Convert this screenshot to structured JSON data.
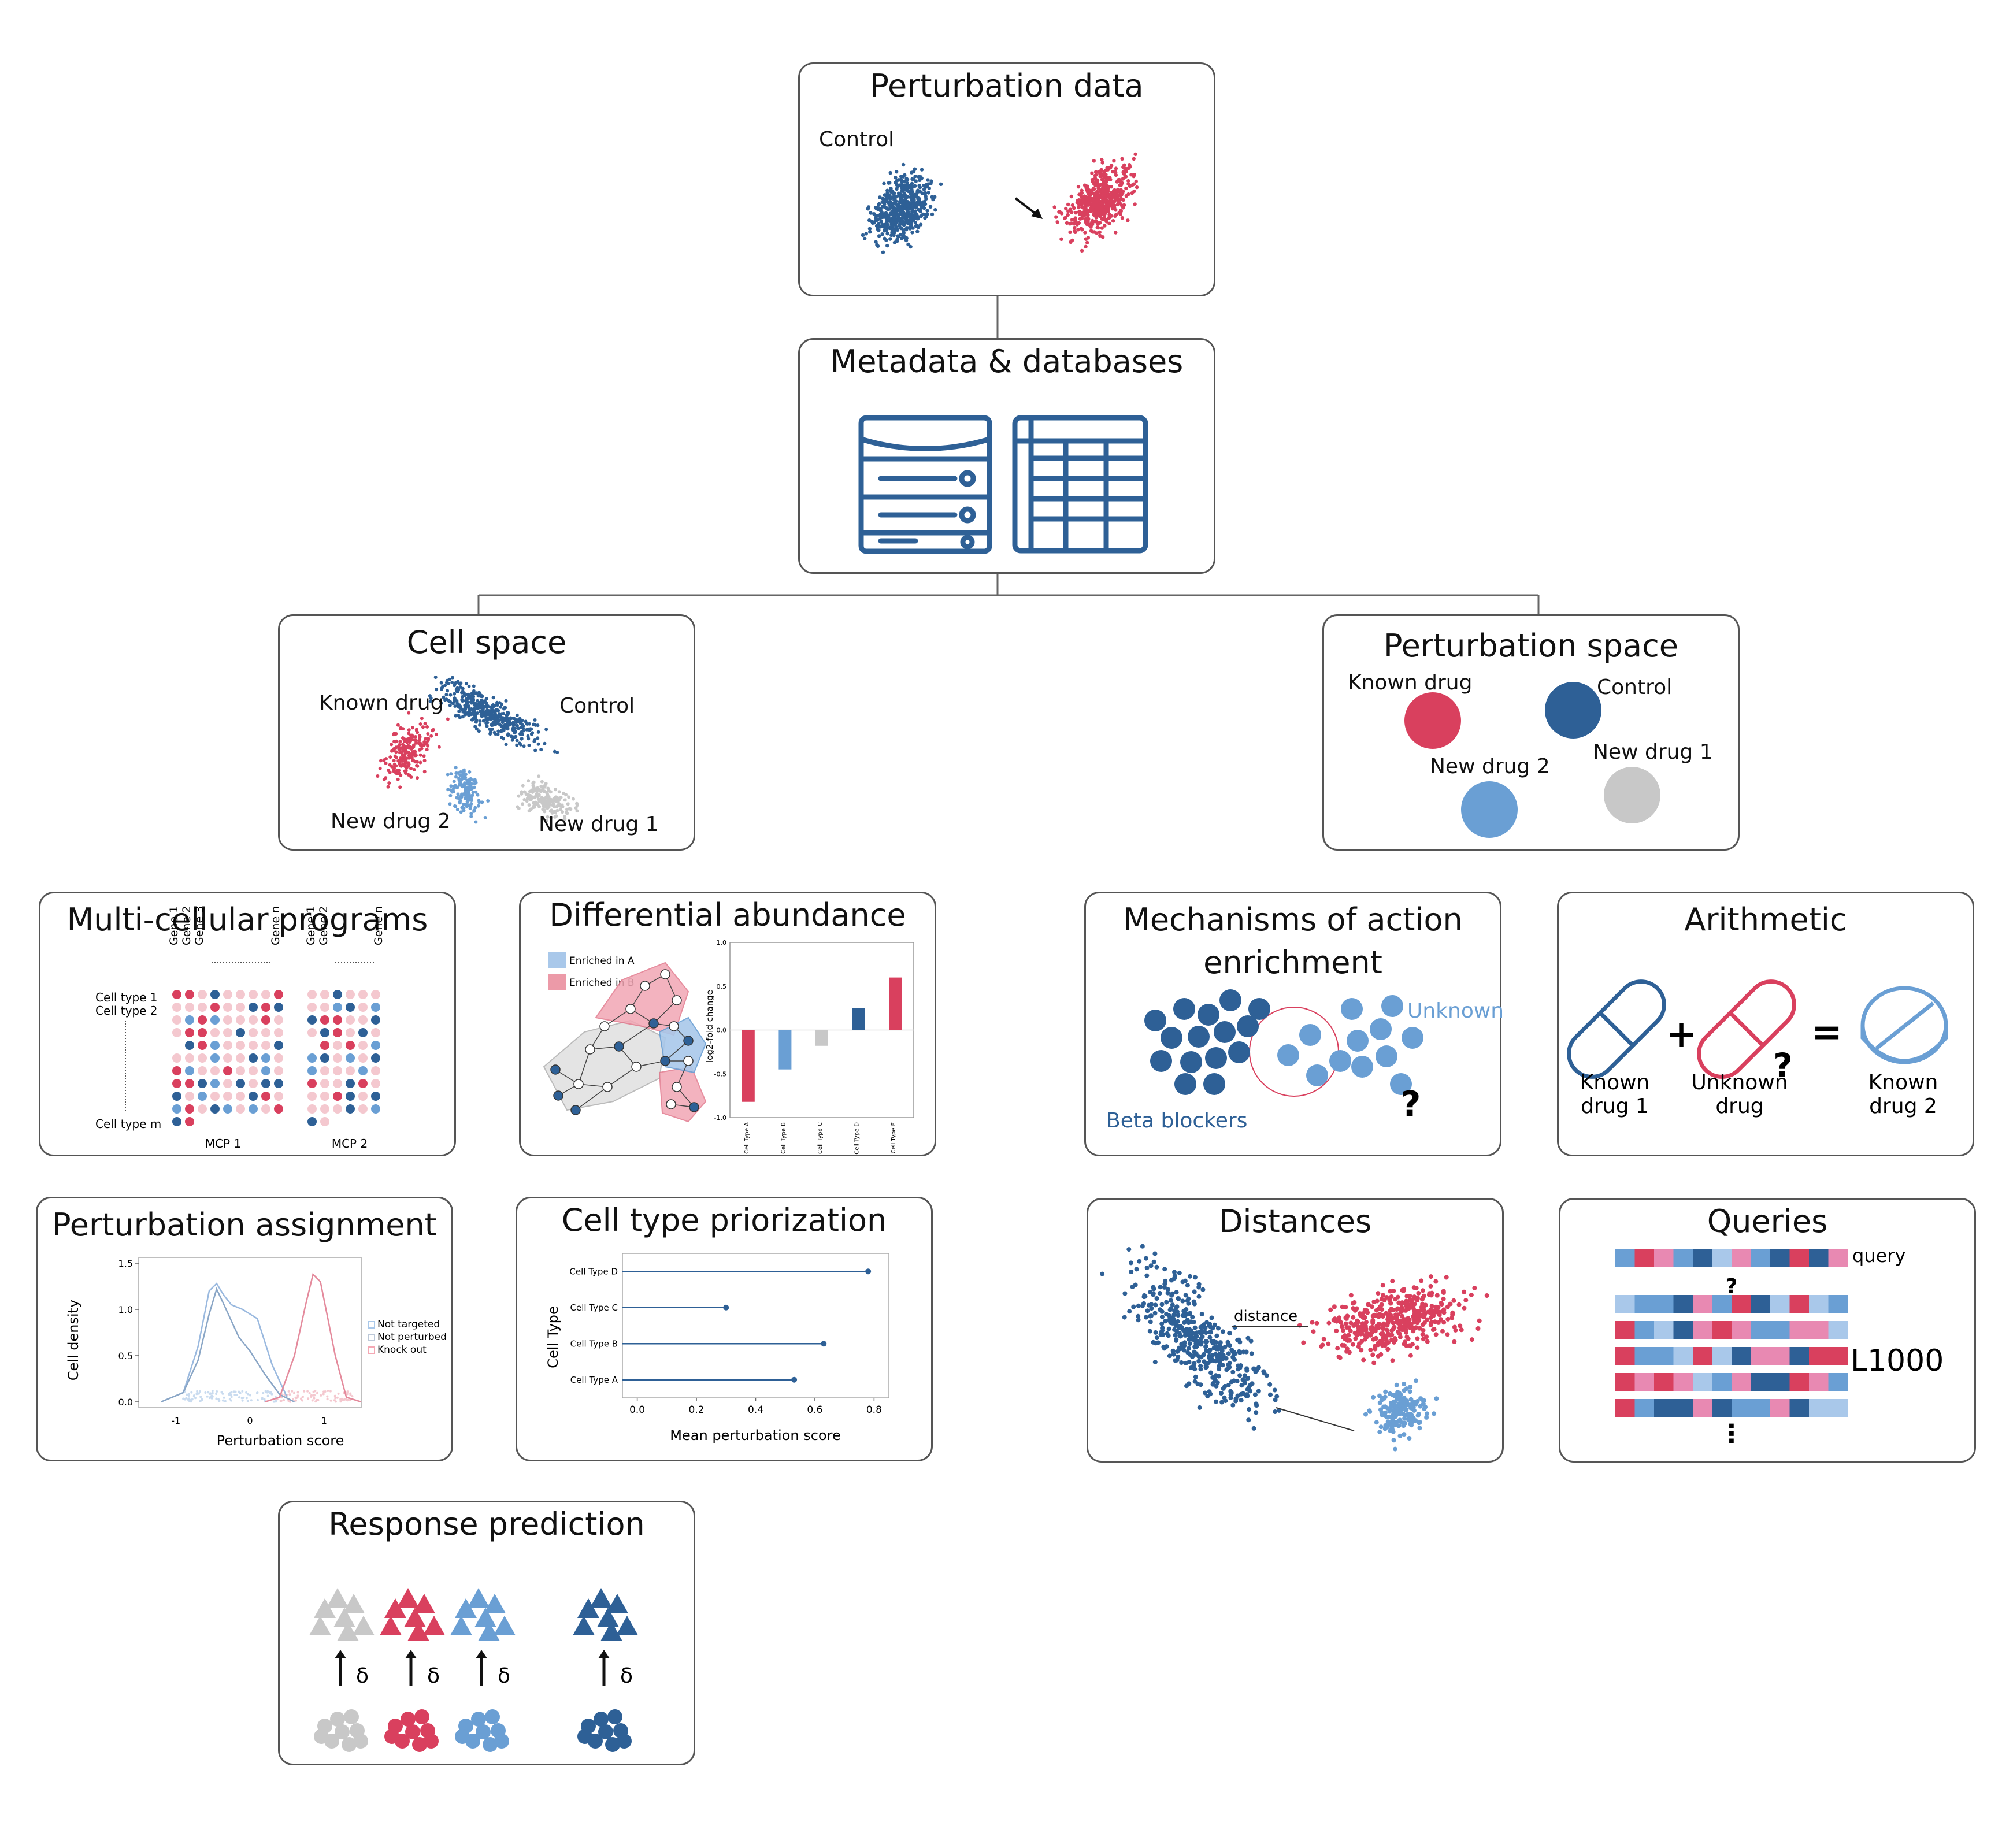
{
  "colors": {
    "red": "#d9405e",
    "blue": "#2e6096",
    "lightblue": "#6a9fd4",
    "grey": "#c8c8c8",
    "pink": "#f4c8cf",
    "paleblue": "#a9c8ea",
    "darkblue": "#23508a"
  },
  "perturbation_data": {
    "title": "Perturbation data",
    "control": "Control"
  },
  "metadata": {
    "title": "Metadata & databases",
    "icons": [
      "database-icon",
      "table-icon"
    ]
  },
  "cell_space": {
    "title": "Cell space",
    "known_drug": "Known drug",
    "control": "Control",
    "new_drug_2": "New drug 2",
    "new_drug_1": "New drug 1"
  },
  "perturbation_space": {
    "title": "Perturbation space",
    "known_drug": "Known drug",
    "control": "Control",
    "new_drug_2": "New drug 2",
    "new_drug_1": "New drug 1"
  },
  "mcp": {
    "title": "Multi-cellular programs",
    "genes1": [
      "Gene 1",
      "Gene 2",
      "Gene 3",
      "Gene n"
    ],
    "genes2": [
      "Gene 1",
      "Gene 2",
      "Gene n"
    ],
    "cell_types": [
      "Cell type 1",
      "Cell type 2",
      "Cell type m"
    ],
    "mcp1": "MCP 1",
    "mcp2": "MCP 2"
  },
  "da": {
    "title": "Differential abundance",
    "legend_a": "Enriched in A",
    "legend_b": "Enriched in B",
    "ylabel": "log2-fold change"
  },
  "moa": {
    "title_line1": "Mechanisms of action",
    "title_line2": "enrichment",
    "unknown": "Unknown",
    "beta": "Beta blockers",
    "question": "?"
  },
  "arith": {
    "title": "Arithmetic",
    "plus": "+",
    "equals": "=",
    "question": "?",
    "label1a": "Known",
    "label1b": "drug 1",
    "label2a": "Unknown",
    "label2b": "drug",
    "label3a": "Known",
    "label3b": "drug 2"
  },
  "pa": {
    "title": "Perturbation assignment",
    "xlabel": "Perturbation score",
    "ylabel": "Cell density",
    "legend": [
      "Not targeted",
      "Not perturbed",
      "Knock out"
    ]
  },
  "ctp": {
    "title": "Cell type priorization",
    "xlabel": "Mean perturbation score",
    "ylabel": "Cell Type"
  },
  "distances": {
    "title": "Distances",
    "distance": "distance"
  },
  "queries": {
    "title": "Queries",
    "query": "query",
    "question": "?",
    "l1000": "L1000",
    "dots": "⋮"
  },
  "response": {
    "title": "Response prediction",
    "delta": "δ"
  },
  "chart_data": [
    {
      "type": "bar",
      "categories": [
        "Cell Type A",
        "Cell Type B",
        "Cell Type C",
        "Cell Type D",
        "Cell Type E"
      ],
      "values": [
        -0.82,
        -0.45,
        -0.18,
        0.25,
        0.6
      ],
      "colors": [
        "#d9405e",
        "#6a9fd4",
        "#c8c8c8",
        "#2e6096",
        "#d9405e"
      ],
      "ylim": [
        -1.0,
        1.0
      ],
      "yticks": [
        "1.0",
        "0.5",
        "0.0",
        "-0.5",
        "-1.0"
      ],
      "ylabel": "log2-fold change"
    },
    {
      "type": "scatter",
      "categories": [
        "Cell Type D",
        "Cell Type C",
        "Cell Type B",
        "Cell Type A"
      ],
      "values": [
        0.78,
        0.3,
        0.63,
        0.53
      ],
      "xlim": [
        -0.05,
        0.85
      ],
      "xticks": [
        "0.0",
        "0.2",
        "0.4",
        "0.6",
        "0.8"
      ],
      "xlabel": "Mean perturbation score",
      "ylabel": "Cell Type"
    },
    {
      "type": "line",
      "xticks": [
        "-1",
        "0",
        "1"
      ],
      "yticks": [
        "1.5",
        "1.0",
        "0.5",
        "0.0"
      ],
      "xlim": [
        -1.5,
        1.5
      ],
      "ylim": [
        0,
        1.5
      ],
      "xlabel": "Perturbation score",
      "ylabel": "Cell density",
      "series": [
        {
          "name": "Not targeted",
          "x": [
            -1.2,
            -0.9,
            -0.7,
            -0.55,
            -0.45,
            -0.35,
            -0.25,
            -0.1,
            0.1,
            0.3,
            0.5
          ],
          "y": [
            0.0,
            0.1,
            0.6,
            1.2,
            1.28,
            1.15,
            1.05,
            1.0,
            0.9,
            0.4,
            0.05
          ]
        },
        {
          "name": "Not perturbed",
          "x": [
            -1.2,
            -0.9,
            -0.7,
            -0.55,
            -0.45,
            -0.35,
            -0.15,
            0.0,
            0.2,
            0.4,
            0.6
          ],
          "y": [
            0.0,
            0.1,
            0.45,
            0.95,
            1.22,
            1.05,
            0.7,
            0.55,
            0.3,
            0.08,
            0.0
          ]
        },
        {
          "name": "Knock out",
          "x": [
            0.2,
            0.4,
            0.6,
            0.75,
            0.85,
            0.95,
            1.05,
            1.15,
            1.3,
            1.5
          ],
          "y": [
            0.0,
            0.05,
            0.5,
            1.05,
            1.38,
            1.3,
            0.9,
            0.5,
            0.05,
            0.0
          ]
        }
      ]
    }
  ]
}
